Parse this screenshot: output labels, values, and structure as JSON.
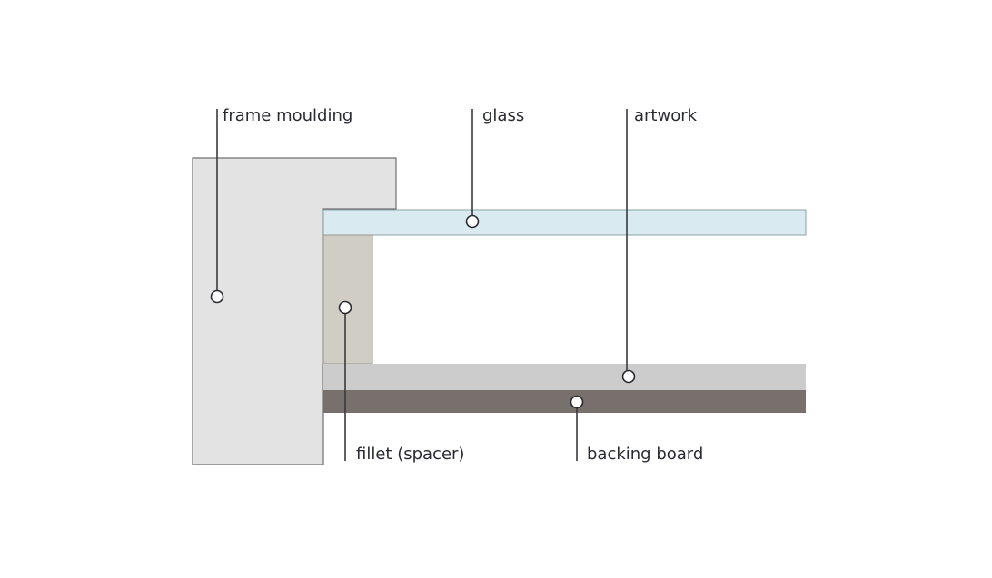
{
  "labels": {
    "frame_moulding": "frame moulding",
    "glass": "glass",
    "artwork": "artwork",
    "fillet": "fillet (spacer)",
    "backing_board": "backing board"
  },
  "colors": {
    "frame": "#e4e3e3",
    "glass": "#d9ebf1",
    "fillet": "#cfcdc4",
    "artwork": "#cccccc",
    "backing": "#78706d",
    "outline": "#707070",
    "leader": "#3a3a40"
  }
}
